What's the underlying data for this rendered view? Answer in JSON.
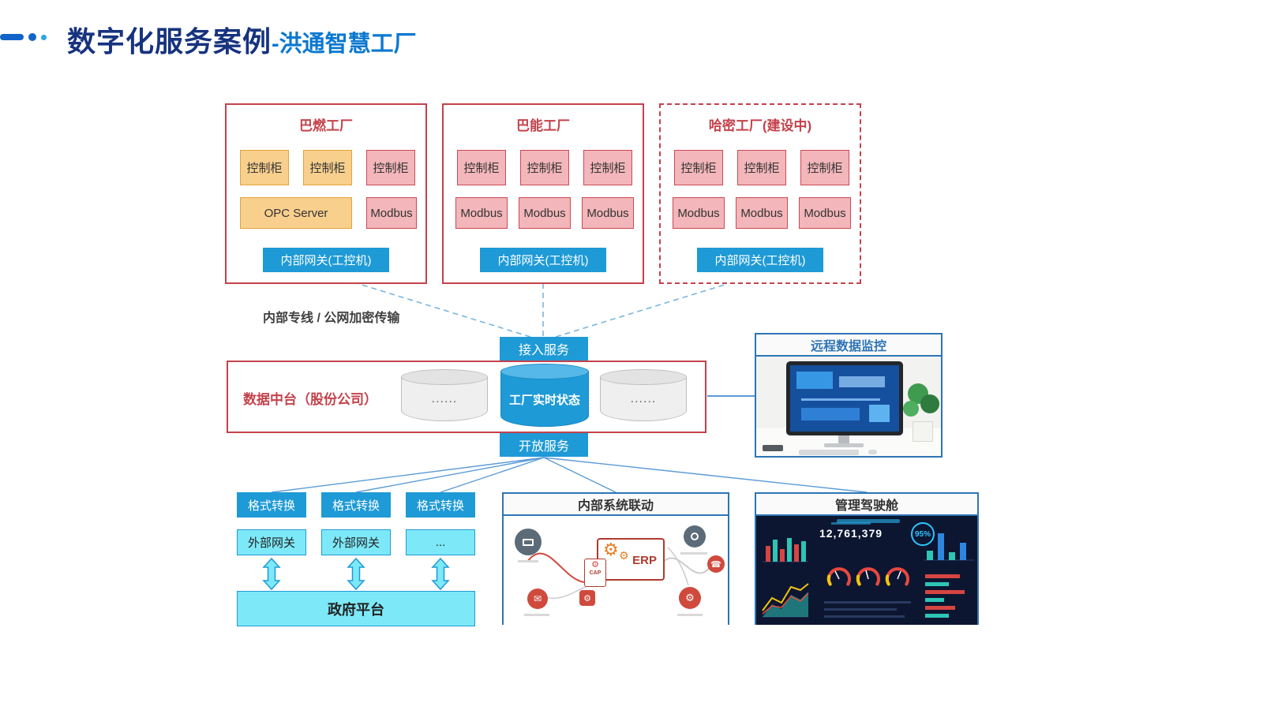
{
  "colors": {
    "accent_blue": "#1e9ad6",
    "diagram_red": "#c4424b",
    "pink_fill": "#f3b6ba",
    "orange_fill": "#f8cf8d",
    "cyan_fill": "#7de9f8",
    "title_navy": "#17337f",
    "title_blue": "#0b78d0"
  },
  "header": {
    "title_main": "数字化服务案例",
    "title_sub": "-洪通智慧工厂"
  },
  "factories": [
    {
      "name": "巴燃工厂",
      "cabinets": [
        "控制柜",
        "控制柜",
        "控制柜"
      ],
      "protocols": [
        "OPC Server",
        "Modbus"
      ],
      "gateway": "内部网关(工控机)"
    },
    {
      "name": "巴能工厂",
      "cabinets": [
        "控制柜",
        "控制柜",
        "控制柜"
      ],
      "protocols": [
        "Modbus",
        "Modbus",
        "Modbus"
      ],
      "gateway": "内部网关(工控机)"
    },
    {
      "name": "哈密工厂(建设中)",
      "cabinets": [
        "控制柜",
        "控制柜",
        "控制柜"
      ],
      "protocols": [
        "Modbus",
        "Modbus",
        "Modbus"
      ],
      "gateway": "内部网关(工控机)"
    }
  ],
  "transport_label": "内部专线 / 公网加密传输",
  "data_platform": {
    "access_service": "接入服务",
    "open_service": "开放服务",
    "name": "数据中台（股份公司）",
    "left_db": "......",
    "realtime_db": "工厂实时状态",
    "right_db": "......"
  },
  "remote_monitor": {
    "title": "远程数据监控"
  },
  "bottom": {
    "converters": [
      "格式转换",
      "格式转换",
      "格式转换"
    ],
    "ext_gateways": [
      "外部网关",
      "外部网关",
      "..."
    ],
    "gov_platform": "政府平台",
    "internal_link": {
      "title": "内部系统联动",
      "erp": "ERP",
      "cap": "CAP"
    },
    "dashboard": {
      "title": "管理驾驶舱",
      "metric": "12,761,379",
      "percent": "95%"
    }
  }
}
